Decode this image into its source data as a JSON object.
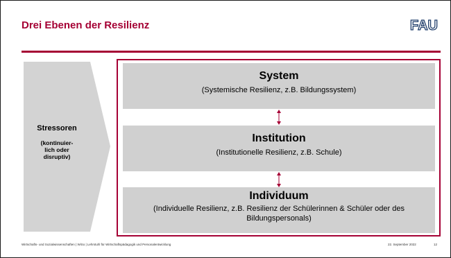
{
  "slide": {
    "title": "Drei Ebenen der Resilienz",
    "logo_text": "FAU"
  },
  "stressors": {
    "title": "Stressoren",
    "line1": "(kontinuier-",
    "line2": "lich oder",
    "line3": "disruptiv)"
  },
  "levels": [
    {
      "title": "System",
      "description": "(Systemische Resilienz, z.B. Bildungssystem)"
    },
    {
      "title": "Institution",
      "description": "(Institutionelle Resilienz, z.B. Schule)"
    },
    {
      "title": "Individuum",
      "description": "(Individuelle Resilienz, z.B. Resilienz der Schülerinnen & Schüler oder des Bildungspersonals)"
    }
  ],
  "footer": {
    "left": "Wirtschafts- und Sozialwissenschaften | WiSo | Lehrstuhl für Wirtschaftspädagogik und Personalentwicklung",
    "date": "22. September 2022",
    "page": "12"
  },
  "colors": {
    "accent": "#a50034",
    "box": "#d0d0d0",
    "chevron": "#d3d3d3",
    "logo": "#1f3d6b"
  }
}
